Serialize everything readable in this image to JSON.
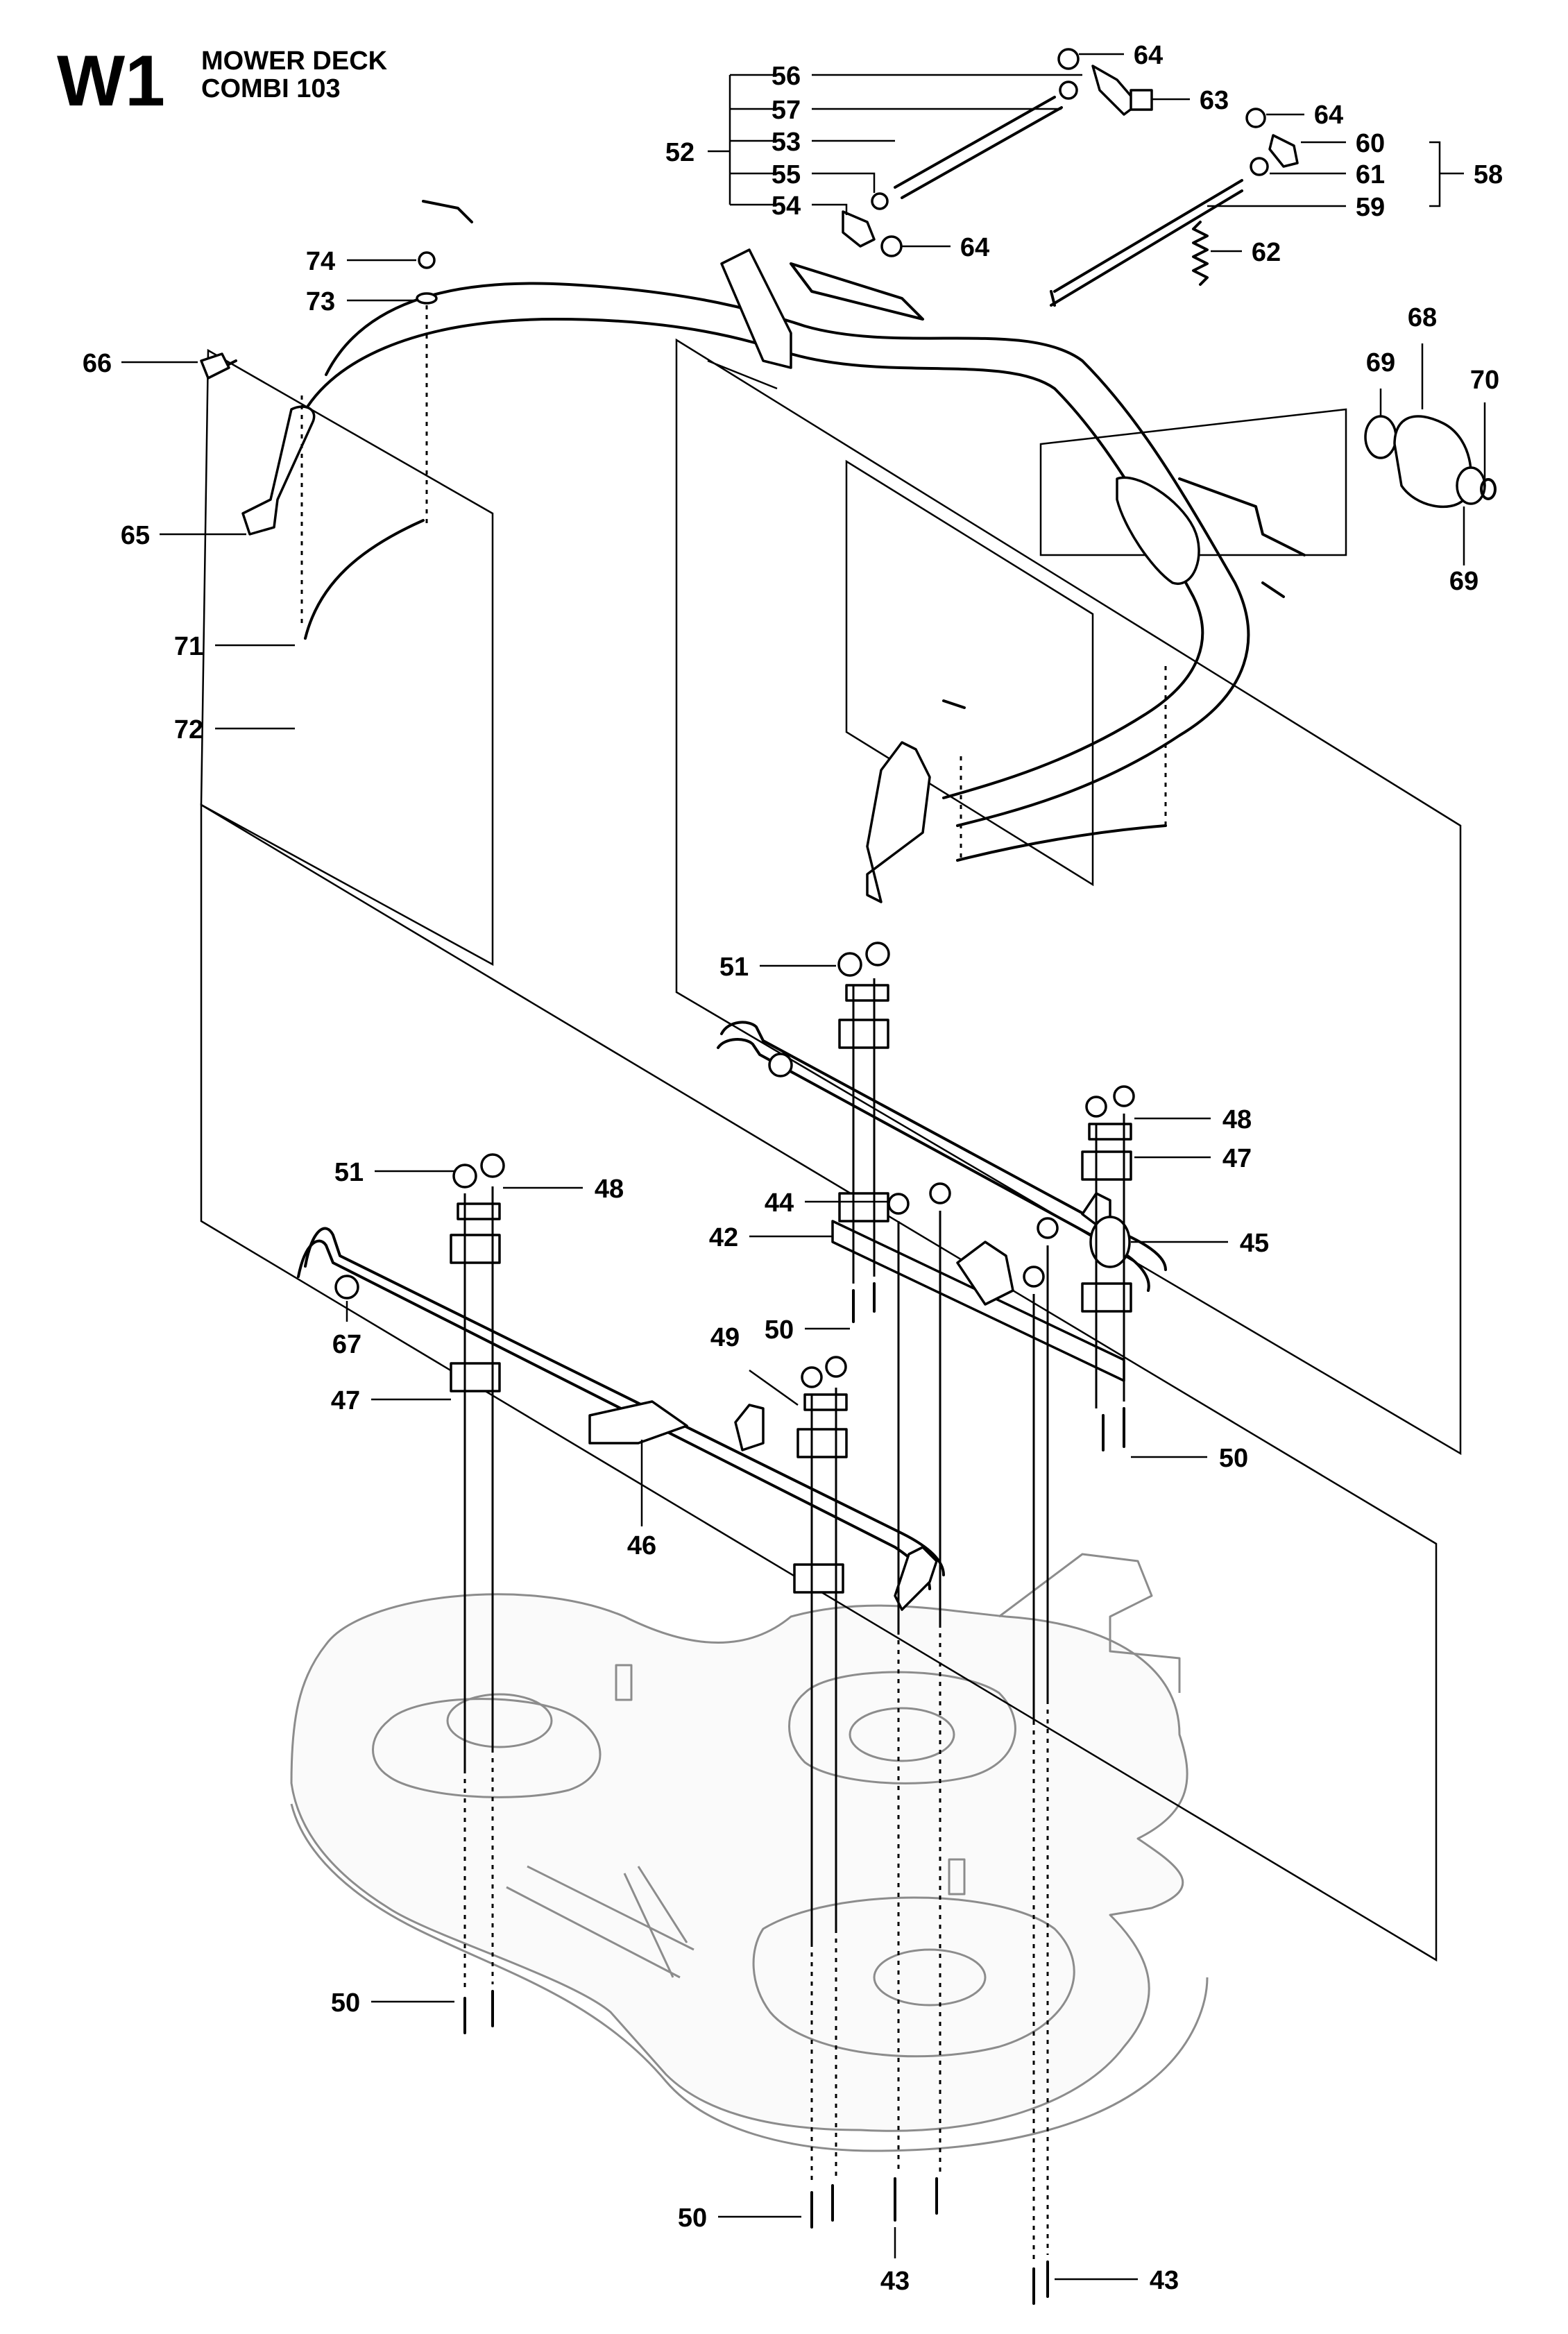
{
  "header": {
    "page_code": "W1",
    "title_lines": [
      "MOWER DECK",
      "COMBI 103"
    ]
  },
  "callouts": [
    {
      "id": "c56",
      "label": "56"
    },
    {
      "id": "c57",
      "label": "57"
    },
    {
      "id": "c53",
      "label": "53"
    },
    {
      "id": "c52",
      "label": "52"
    },
    {
      "id": "c55",
      "label": "55"
    },
    {
      "id": "c54",
      "label": "54"
    },
    {
      "id": "c64a",
      "label": "64"
    },
    {
      "id": "c63",
      "label": "63"
    },
    {
      "id": "c64b",
      "label": "64"
    },
    {
      "id": "c64c",
      "label": "64"
    },
    {
      "id": "c60",
      "label": "60"
    },
    {
      "id": "c61",
      "label": "61"
    },
    {
      "id": "c59",
      "label": "59"
    },
    {
      "id": "c58",
      "label": "58"
    },
    {
      "id": "c62",
      "label": "62"
    },
    {
      "id": "c74",
      "label": "74"
    },
    {
      "id": "c73",
      "label": "73"
    },
    {
      "id": "c66",
      "label": "66"
    },
    {
      "id": "c65",
      "label": "65"
    },
    {
      "id": "c71",
      "label": "71"
    },
    {
      "id": "c72",
      "label": "72"
    },
    {
      "id": "c68",
      "label": "68"
    },
    {
      "id": "c69a",
      "label": "69"
    },
    {
      "id": "c70",
      "label": "70"
    },
    {
      "id": "c69b",
      "label": "69"
    },
    {
      "id": "c51a",
      "label": "51"
    },
    {
      "id": "c48a",
      "label": "48"
    },
    {
      "id": "c47a",
      "label": "47"
    },
    {
      "id": "c51b",
      "label": "51"
    },
    {
      "id": "c48b",
      "label": "48"
    },
    {
      "id": "c44",
      "label": "44"
    },
    {
      "id": "c42",
      "label": "42"
    },
    {
      "id": "c45",
      "label": "45"
    },
    {
      "id": "c50a",
      "label": "50"
    },
    {
      "id": "c67",
      "label": "67"
    },
    {
      "id": "c49",
      "label": "49"
    },
    {
      "id": "c47b",
      "label": "47"
    },
    {
      "id": "c50b",
      "label": "50"
    },
    {
      "id": "c46",
      "label": "46"
    },
    {
      "id": "c50c",
      "label": "50"
    },
    {
      "id": "c50d",
      "label": "50"
    },
    {
      "id": "c43a",
      "label": "43"
    },
    {
      "id": "c43b",
      "label": "43"
    }
  ]
}
